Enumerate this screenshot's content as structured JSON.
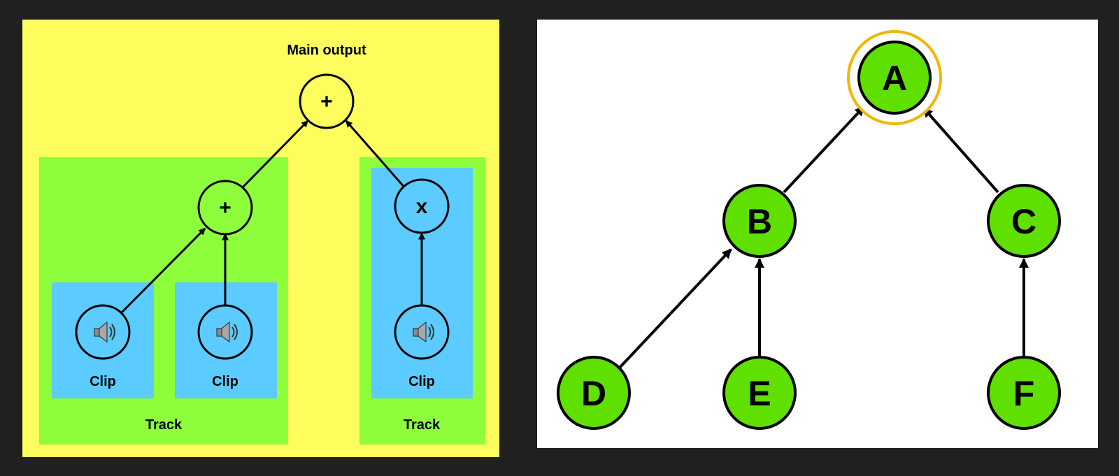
{
  "colors": {
    "background": "#202020",
    "left_panel_bg": "#fdfd5e",
    "track_bg": "#8efe3c",
    "clip_bg": "#5ccbff",
    "right_panel_bg": "#ffffff",
    "graph_node_fill": "#5fe000",
    "highlight_ring": "#f2b600",
    "stroke": "#000000"
  },
  "audio_graph": {
    "main_output_label": "Main output",
    "main_node_symbol": "+",
    "track_mix_symbol": "+",
    "track_gain_symbol": "x",
    "speaker_icon": "speaker-icon",
    "clips": [
      {
        "label": "Clip"
      },
      {
        "label": "Clip"
      },
      {
        "label": "Clip"
      }
    ],
    "tracks": [
      {
        "label": "Track"
      },
      {
        "label": "Track"
      }
    ]
  },
  "tree": {
    "highlighted": "A",
    "nodes": {
      "A": "A",
      "B": "B",
      "C": "C",
      "D": "D",
      "E": "E",
      "F": "F"
    }
  }
}
